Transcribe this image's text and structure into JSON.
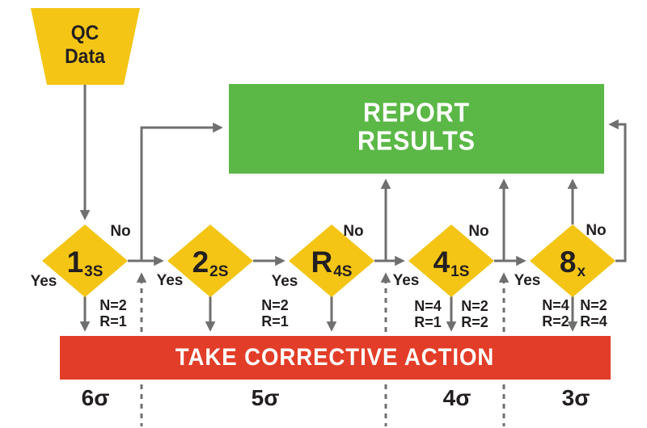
{
  "colors": {
    "yellow": "#F4C515",
    "green": "#5BB847",
    "red": "#E23D28",
    "line_gray": "#6F6F6F",
    "text_dark": "#231F20",
    "text_white": "#FFFFFF",
    "background": "#FFFFFF"
  },
  "start": {
    "line1": "QC",
    "line2": "Data"
  },
  "report": {
    "line1": "REPORT",
    "line2": "RESULTS"
  },
  "action": {
    "label": "TAKE CORRECTIVE ACTION"
  },
  "rules": [
    {
      "base": "1",
      "sub": "3S"
    },
    {
      "base": "2",
      "sub": "2S"
    },
    {
      "base": "R",
      "sub": "4S"
    },
    {
      "base": "4",
      "sub": "1S"
    },
    {
      "base": "8",
      "sub": "x"
    }
  ],
  "labels": {
    "yes": "Yes",
    "no": "No"
  },
  "nr": {
    "s6": {
      "l1": "N=2",
      "l2": "R=1"
    },
    "s5": {
      "l1": "N=2",
      "l2": "R=1"
    },
    "s4a": {
      "l1": "N=4",
      "l2": "R=1"
    },
    "s4b": {
      "l1": "N=2",
      "l2": "R=2"
    },
    "s3a": {
      "l1": "N=4",
      "l2": "R=2"
    },
    "s3b": {
      "l1": "N=2",
      "l2": "R=4"
    }
  },
  "sigma": {
    "s6": "6σ",
    "s5": "5σ",
    "s4": "4σ",
    "s3": "3σ"
  }
}
